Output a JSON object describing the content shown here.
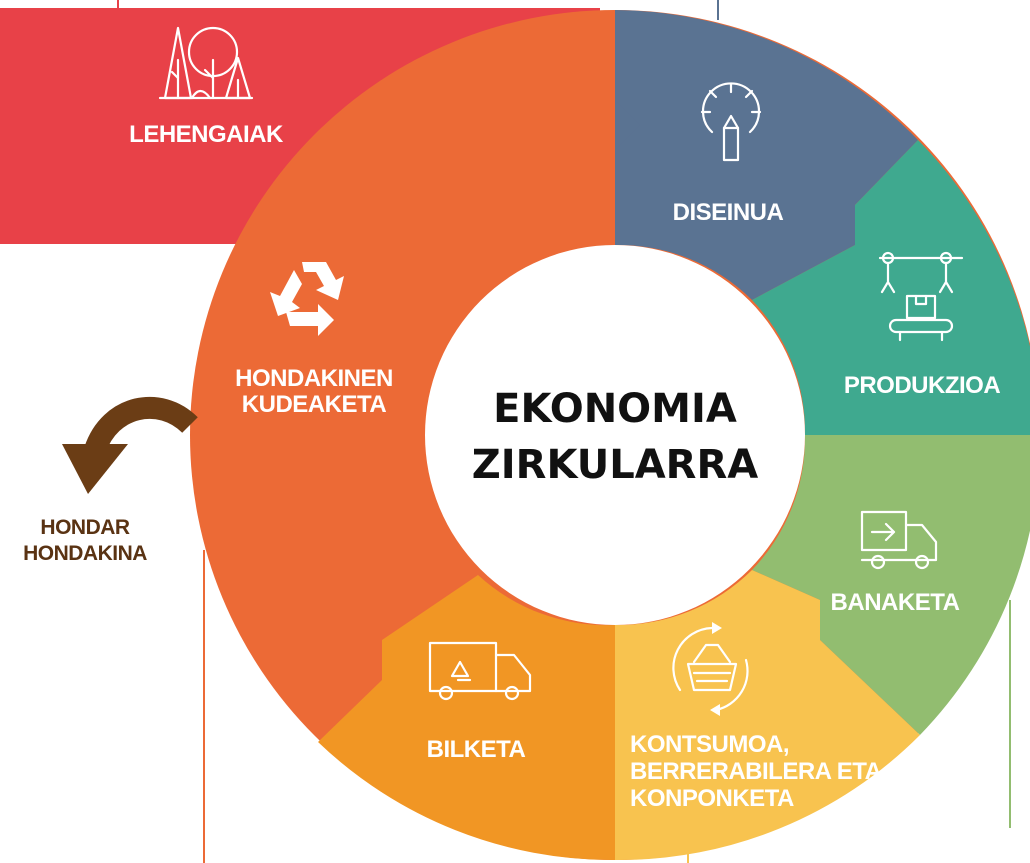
{
  "center": {
    "line1": "EKONOMIA",
    "line2": "ZIRKULARRA"
  },
  "stages": {
    "raw_materials": "LEHENGAIAK",
    "design": "DISEINUA",
    "production": "PRODUKZIOA",
    "distribution": "BANAKETA",
    "consumption": [
      "KONTSUMOA,",
      "BERRERABILERA ETA",
      "KONPONKETA"
    ],
    "collection": "BILKETA",
    "waste_management": [
      "HONDAKINEN",
      "KUDEAKETA"
    ],
    "residual_waste": [
      "HONDAR",
      "HONDAKINA"
    ]
  },
  "colors": {
    "raw_materials": "#e84148",
    "waste_management": "#ec6a36",
    "design": "#5a7392",
    "production": "#3fa98f",
    "distribution": "#92bd70",
    "consumption": "#f8c34f",
    "collection": "#f19624",
    "residual_arrow": "#6b3d15",
    "center": "#ffffff"
  },
  "icons": {
    "raw_materials": "trees-icon",
    "design": "gear-pencil-icon",
    "production": "robot-arm-conveyor-icon",
    "distribution": "delivery-truck-icon",
    "consumption": "shopping-basket-cycle-icon",
    "collection": "recycling-truck-icon",
    "waste_management": "recycle-icon",
    "residual_waste": "curved-arrow-icon"
  }
}
